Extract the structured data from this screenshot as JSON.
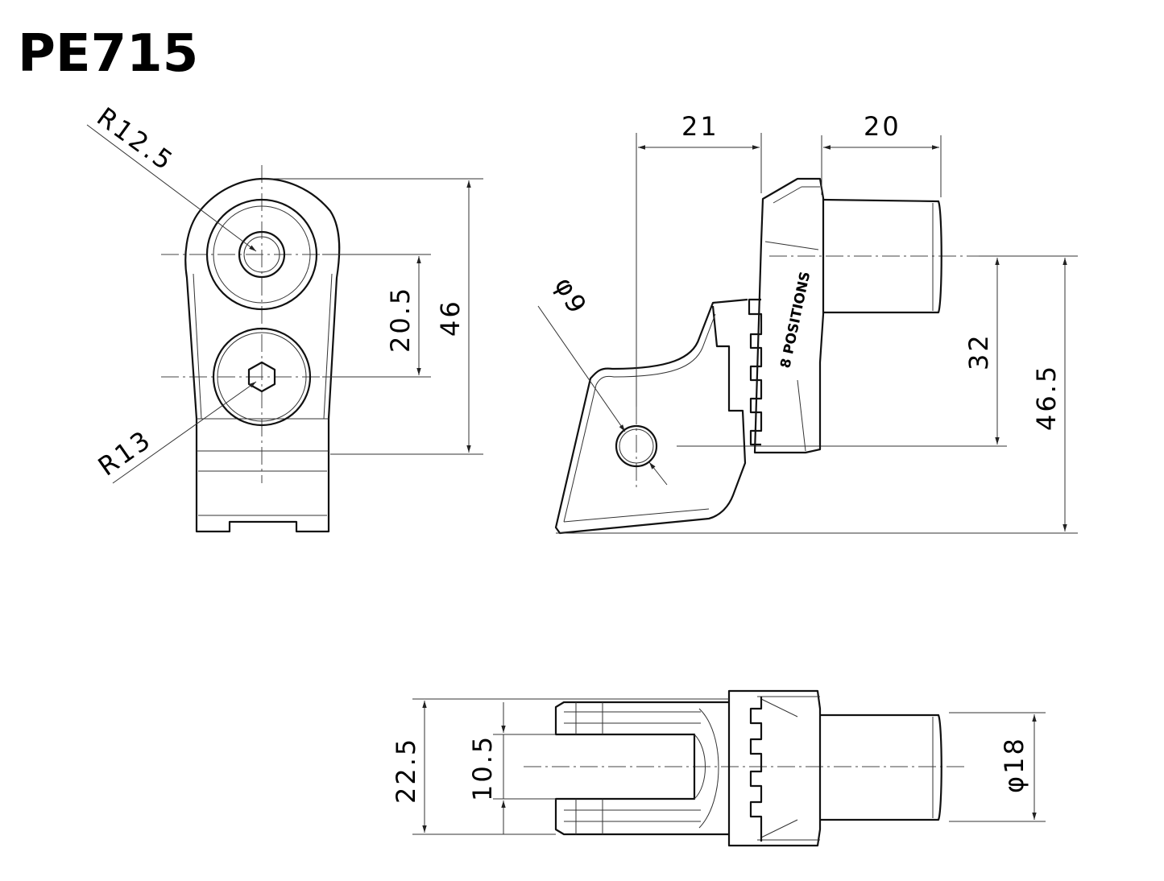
{
  "title": "PE715",
  "front_view": {
    "radius_top": "R12.5",
    "radius_bottom": "R13",
    "dim_hole_spacing": "20.5",
    "dim_total_height": "46"
  },
  "side_view": {
    "dim_width_left": "21",
    "dim_width_right": "20",
    "dim_hole": "φ9",
    "dim_height_inner": "32",
    "dim_height_total": "46.5",
    "marking": "8 POSITIONS"
  },
  "bottom_view": {
    "dim_width_total": "22.5",
    "dim_slot_width": "10.5",
    "dim_shaft_diameter": "φ18"
  }
}
